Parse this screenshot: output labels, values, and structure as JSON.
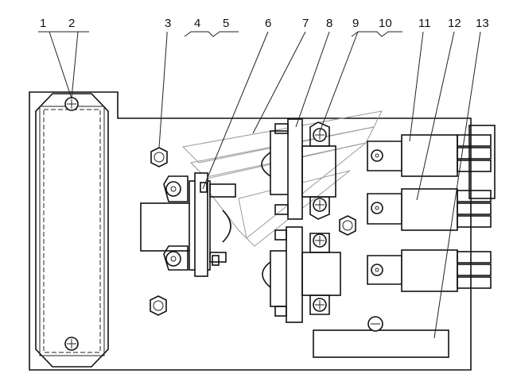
{
  "callouts": [
    {
      "id": "1",
      "label": "1"
    },
    {
      "id": "2",
      "label": "2"
    },
    {
      "id": "3",
      "label": "3"
    },
    {
      "id": "4",
      "label": "4"
    },
    {
      "id": "5",
      "label": "5"
    },
    {
      "id": "6",
      "label": "6"
    },
    {
      "id": "7",
      "label": "7"
    },
    {
      "id": "8",
      "label": "8"
    },
    {
      "id": "9",
      "label": "9"
    },
    {
      "id": "10",
      "label": "10"
    },
    {
      "id": "11",
      "label": "11"
    },
    {
      "id": "12",
      "label": "12"
    },
    {
      "id": "13",
      "label": "13"
    }
  ],
  "icons": {
    "watermark": "gear-watermark-icon",
    "screw": "cross-screw-icon",
    "nut": "hex-nut-icon"
  }
}
